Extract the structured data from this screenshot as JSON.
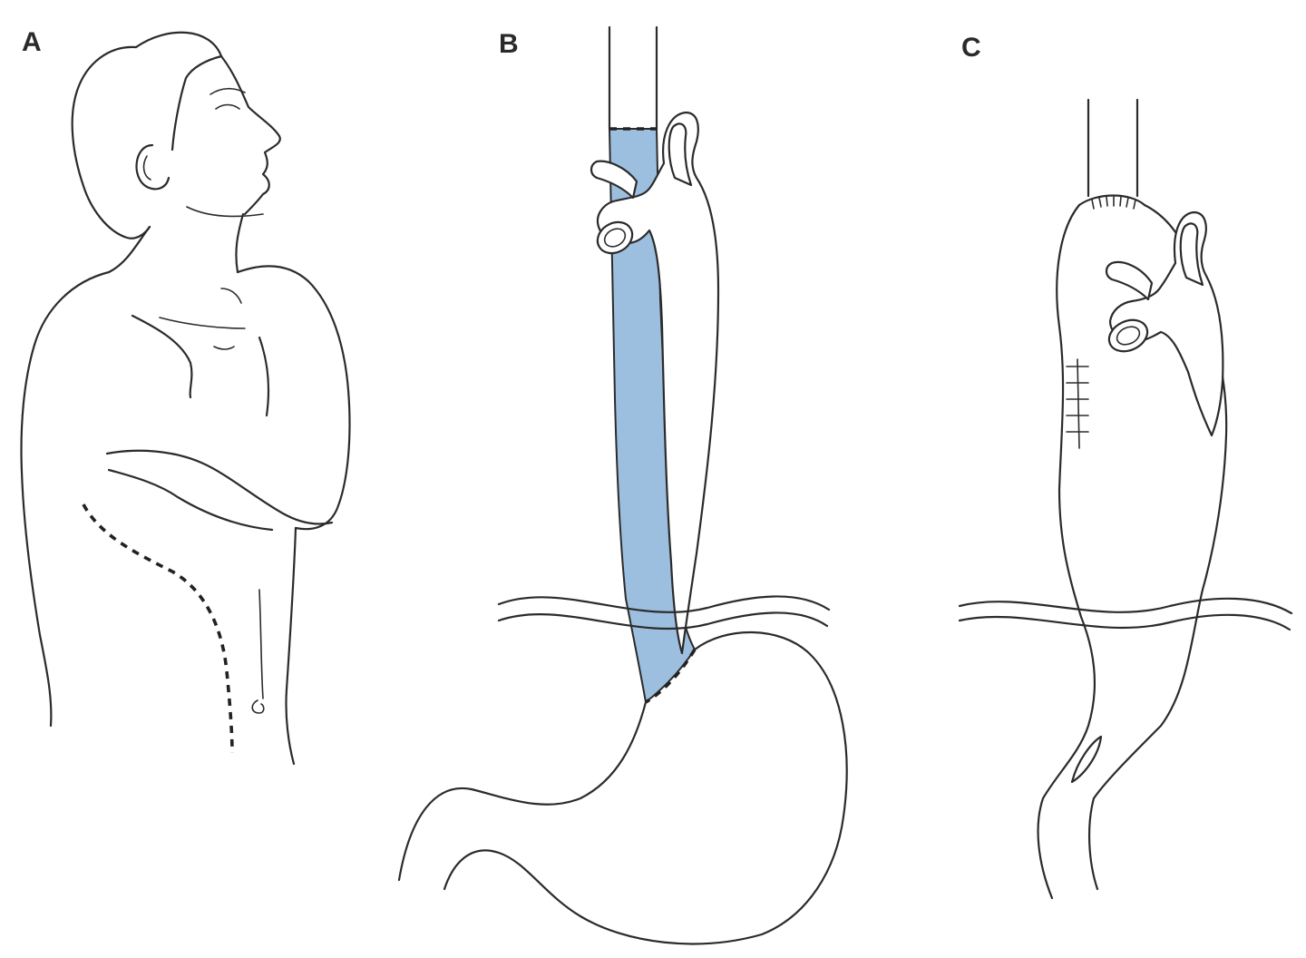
{
  "panels": [
    {
      "label": "A"
    },
    {
      "label": "B"
    },
    {
      "label": "C"
    }
  ],
  "colors": {
    "line": "#2b2b2b",
    "resected_segment": "#9dbfdf",
    "background": "#ffffff"
  }
}
